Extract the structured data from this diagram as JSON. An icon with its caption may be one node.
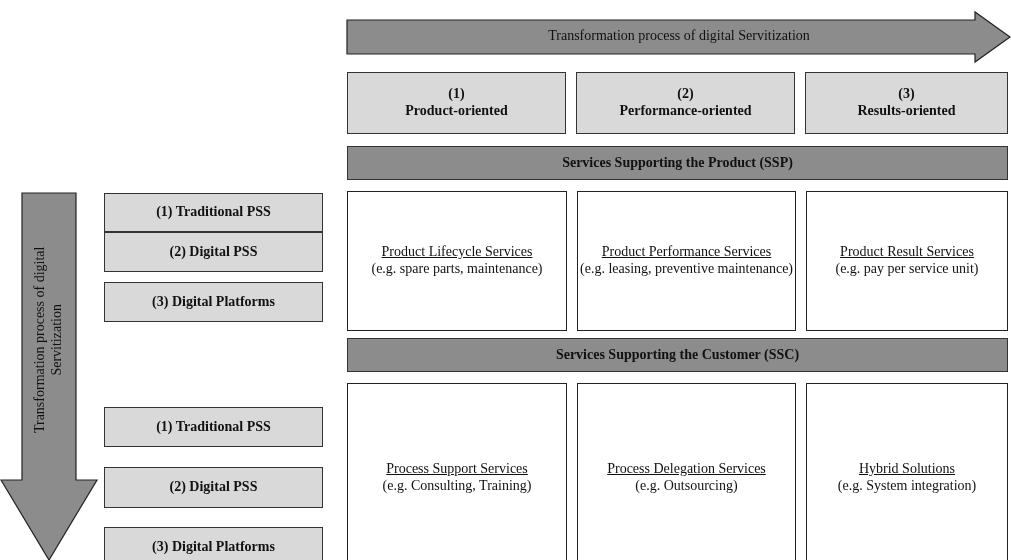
{
  "diagram": {
    "nodes": [
      {
        "text": [
          "Transformation process of digital Servitization"
        ]
      },
      {
        "text": [
          "(1)",
          "Product-oriented"
        ]
      },
      {
        "text": [
          "(2)",
          "Performance-oriented"
        ]
      },
      {
        "text": [
          "(3)",
          "Results-oriented"
        ]
      },
      {
        "text": [
          "Services Supporting the Product (SSP)"
        ]
      },
      {
        "text": [
          "Transformation process of digital Servitization"
        ]
      },
      {
        "text": [
          "(1) Traditional PSS"
        ]
      },
      {
        "text": [
          "(2) Digital PSS"
        ]
      },
      {
        "text": [
          "(3) Digital Platforms"
        ]
      },
      {
        "text": [
          "Product Lifecycle Services",
          "(e.g. spare parts, maintenance)"
        ]
      },
      {
        "text": [
          "Product Performance Services",
          "(e.g. leasing, preventive maintenance)"
        ]
      },
      {
        "text": [
          "Product Result Services",
          "(e.g. pay per service unit)"
        ]
      },
      {
        "text": [
          "Services Supporting the Customer (SSC)"
        ]
      },
      {
        "text": [
          "(1) Traditional PSS"
        ]
      },
      {
        "text": [
          "(2) Digital PSS"
        ]
      },
      {
        "text": [
          "(3) Digital Platforms"
        ]
      },
      {
        "text": [
          "Process Support Services",
          "(e.g. Consulting, Training)"
        ]
      },
      {
        "text": [
          "Process Delegation Services",
          "(e.g. Outsourcing)"
        ]
      },
      {
        "text": [
          "Hybrid Solutions",
          "(e.g. System integration)"
        ]
      }
    ]
  }
}
